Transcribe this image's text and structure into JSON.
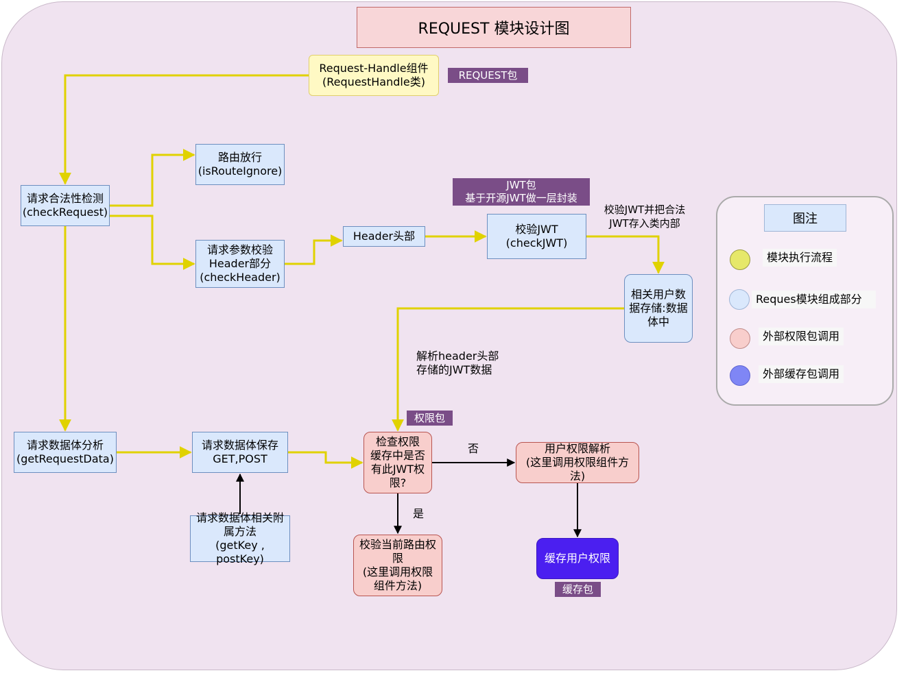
{
  "title": "REQUEST 模块设计图",
  "nodes": {
    "request_handle": "Request-Handle组件\n(RequestHandle类)",
    "check_request": "请求合法性检测\n(checkRequest)",
    "route_ignore": "路由放行\n(isRouteIgnore)",
    "check_header": "请求参数校验\nHeader部分\n(checkHeader)",
    "header_part": "Header头部",
    "check_jwt": "校验JWT\n(checkJWT)",
    "user_data_store": "相关用户数\n据存储:数据\n体中",
    "get_request_data": "请求数据体分析\n(getRequestData)",
    "save_request_data": "请求数据体保存\nGET,POST",
    "request_helpers": "请求数据体相关附\n属方法\n(getKey , postKey)",
    "check_permission_cache": "检查权限\n缓存中是否\n有此JWT权\n限?",
    "parse_user_permission": "用户权限解析\n(这里调用权限组件方\n法)",
    "verify_route_permission": "校验当前路由权\n限\n(这里调用权限\n组件方法)",
    "cache_user_permission": "缓存用户权限"
  },
  "tags": {
    "request_pkg": "REQUEST包",
    "jwt_pkg": "JWT包\n基于开源JWT做一层封装",
    "permission_pkg": "权限包",
    "cache_pkg": "缓存包"
  },
  "labels": {
    "jwt_note": "校验JWT并把合法\nJWT存入类内部",
    "parse_note": "解析header头部\n存储的JWT数据",
    "no": "否",
    "yes": "是"
  },
  "legend": {
    "title": "图注",
    "items": [
      {
        "text": "模块执行流程",
        "color": "#e6e86a"
      },
      {
        "text": "Reques模块组成部分",
        "color": "#dae8fc"
      },
      {
        "text": "外部权限包调用",
        "color": "#f8cecc"
      },
      {
        "text": "外部缓存包调用",
        "color": "#7f86f5"
      }
    ]
  },
  "colors": {
    "flow": "#e0d200",
    "arrow": "#000000"
  }
}
